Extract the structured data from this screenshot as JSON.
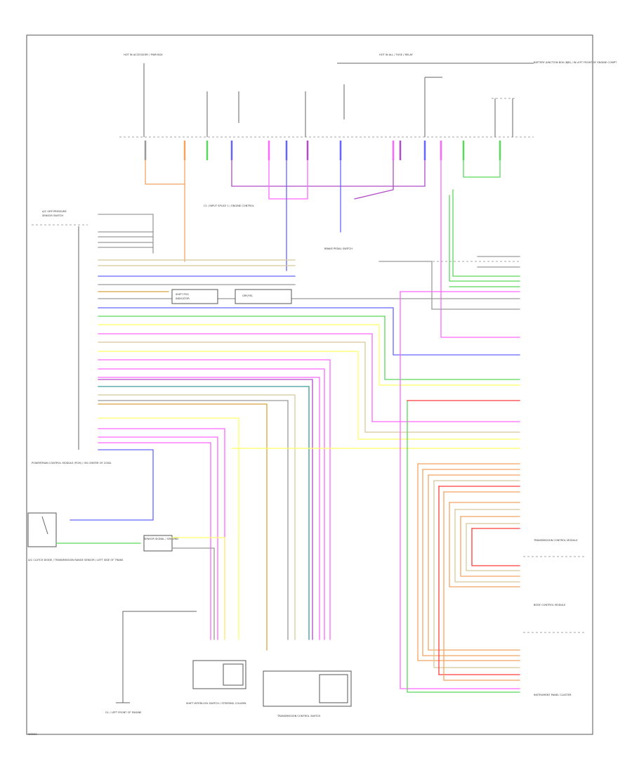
{
  "diagram_id": "W0000",
  "colors": {
    "frame": "#555555",
    "orange": "#f4a460",
    "blue": "#6464ff",
    "green": "#5bd75b",
    "yellow": "#ffff66",
    "pink": "#ff66ff",
    "red": "#ff3b3b",
    "purple": "#b04cc8",
    "tan": "#d8c89a",
    "teal": "#3c9c9c",
    "gray": "#9a9a9a"
  },
  "labels": {
    "top_left_fuse": "HOT IN ACCESSORY / PWR BOX",
    "top_center": "HOT IN ALL / FUSE / RELAY",
    "top_right_box": "BATTERY JUNCTION BOX (BJB) / IN LEFT FRONT OF ENGINE COMPT",
    "splice_note": "C1 / INPUT SPLICE 1 / ENGINE CONTROL",
    "module_left": "POWERTRAIN CONTROL MODULE (PCM) / ON CENTER OF COWL",
    "sensor_block": "BRAKE PEDAL SWITCH",
    "sensor_lower": "SENSOR SIGNAL / GROUND",
    "left_lower": "A/C CLUTCH DIODE / TRANSMISSION RANGE SENSOR / LEFT SIDE OF TRANS",
    "switch_lower_center": "SHIFT INTERLOCK SWITCH / STEERING COLUMN",
    "trans_control": "TRANSMISSION CONTROL SWITCH",
    "right_module_1": "TRANSMISSION CONTROL MODULE",
    "right_module_2": "BODY CONTROL MODULE",
    "right_module_3": "INSTRUMENT PANEL CLUSTER",
    "ground_lower_left": "G1 / LEFT FRONT OF ENGINE"
  }
}
